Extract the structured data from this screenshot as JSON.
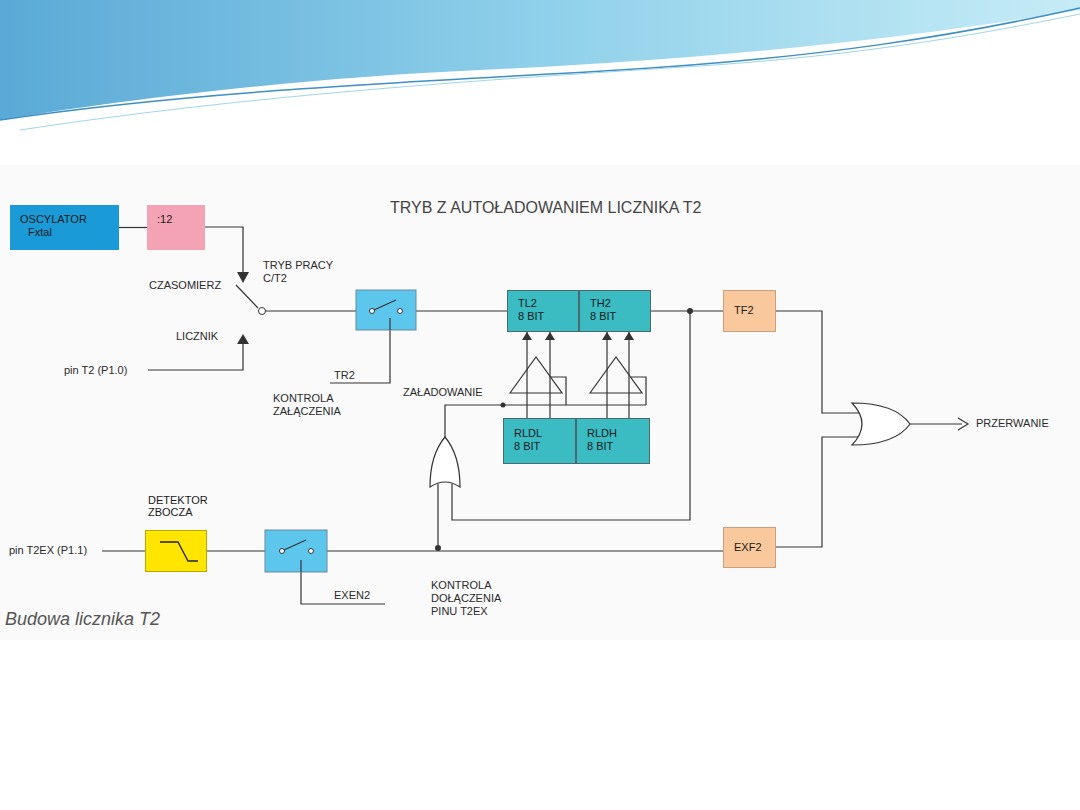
{
  "diagram": {
    "title": "TRYB Z AUTOŁADOWANIEM LICZNIKA T2",
    "caption": "Budowa licznika T2",
    "nodes": [
      {
        "text": [
          "OSCYLATOR",
          "Fxtal"
        ]
      },
      {
        "text": [
          ":12"
        ]
      },
      {
        "text": [
          "TL2",
          "8 BIT"
        ]
      },
      {
        "text": [
          "TH2",
          "8 BIT"
        ]
      },
      {
        "text": [
          "TF2"
        ]
      },
      {
        "text": [
          "RLDL",
          "8 BIT"
        ]
      },
      {
        "text": [
          "RLDH",
          "8 BIT"
        ]
      },
      {
        "text": [
          "DETEKTOR ZBOCZA"
        ]
      },
      {
        "text": [
          "EXF2"
        ]
      }
    ],
    "edges": [
      {
        "from": 0,
        "to": 1,
        "arrow": "none"
      },
      {
        "from": 3,
        "to": 4,
        "arrow": "none"
      },
      {
        "from": 5,
        "to": 2,
        "arrow": "to"
      },
      {
        "from": 6,
        "to": 3,
        "arrow": "to"
      },
      {
        "from": 7,
        "to": 8,
        "arrow": "none"
      }
    ],
    "labels": [
      "CZASOMIERZ",
      "TRYB PRACY C/T2",
      "LICZNIK",
      "pin T2 (P1.0)",
      "TR2",
      "KONTROLA ZAŁĄCZENIA",
      "ZAŁADOWANIE",
      "PRZERWANIE",
      "pin T2EX (P1.1)",
      "EXEN2",
      "KONTROLA DOŁĄCZENIA PINU T2EX"
    ]
  }
}
